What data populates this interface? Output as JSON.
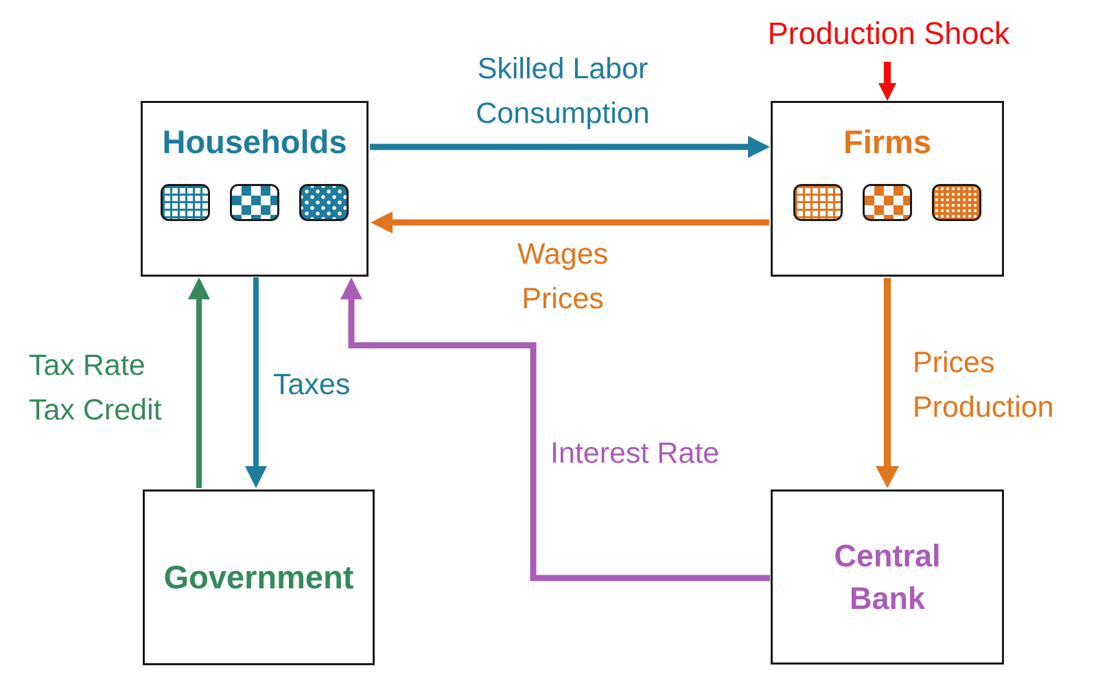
{
  "nodes": {
    "households": {
      "label": "Households",
      "icons": [
        "grid-pattern",
        "checker-pattern",
        "polka-dot-pattern"
      ]
    },
    "firms": {
      "label": "Firms",
      "icons": [
        "grid-pattern",
        "checker-pattern",
        "fine-dot-pattern"
      ]
    },
    "government": {
      "label": "Government"
    },
    "central_bank": {
      "label": "Central Bank",
      "line1": "Central",
      "line2": "Bank"
    }
  },
  "flows": {
    "consumption": {
      "line1": "Skilled Labor",
      "line2": "Consumption",
      "from": "Households",
      "to": "Firms",
      "color": "teal"
    },
    "wages_prices": {
      "line1": "Wages",
      "line2": "Prices",
      "from": "Firms",
      "to": "Households",
      "color": "orange"
    },
    "tax_rate_credit": {
      "line1": "Tax Rate",
      "line2": "Tax Credit",
      "from": "Government",
      "to": "Households",
      "color": "green"
    },
    "taxes": {
      "label": "Taxes",
      "from": "Households",
      "to": "Government",
      "color": "teal"
    },
    "interest_rate": {
      "label": "Interest Rate",
      "from": "Central Bank",
      "to": "Households",
      "color": "purple"
    },
    "prices_production": {
      "line1": "Prices",
      "line2": "Production",
      "from": "Firms",
      "to": "Central Bank",
      "color": "orange"
    },
    "production_shock": {
      "label": "Production Shock",
      "to": "Firms",
      "color": "red"
    }
  },
  "colors": {
    "teal": "#1e7c9c",
    "orange": "#e2751d",
    "green": "#35895b",
    "purple": "#a95cb8",
    "red": "#f50a0a",
    "box_border": "#1a1a1a",
    "background": "#ffffff"
  }
}
